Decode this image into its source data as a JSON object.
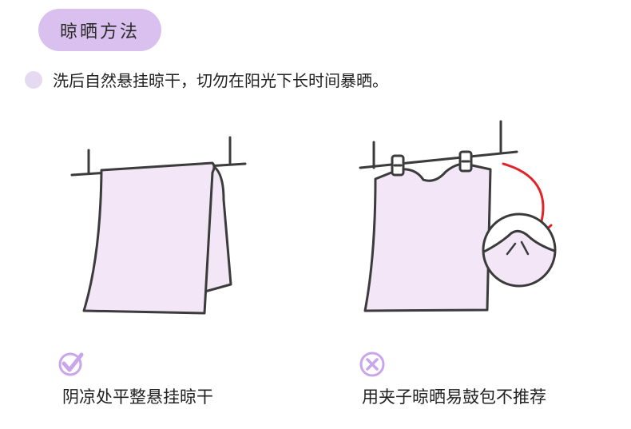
{
  "header": {
    "title": "晾晒方法"
  },
  "instruction": {
    "text": "洗后自然悬挂晾干，切勿在阳光下长时间暴晒。"
  },
  "examples": [
    {
      "caption": "阴凉处平整悬挂晾干",
      "status": "recommended",
      "icon": "check-icon"
    },
    {
      "caption": "用夹子晾晒易鼓包不推荐",
      "status": "not-recommended",
      "icon": "cross-icon"
    }
  ],
  "colors": {
    "pill": "#d9c0ee",
    "towel_fill": "#f3e7f7",
    "outline": "#3b3b3b",
    "icon": "#c9a6ea",
    "arrow": "#e0242a"
  }
}
